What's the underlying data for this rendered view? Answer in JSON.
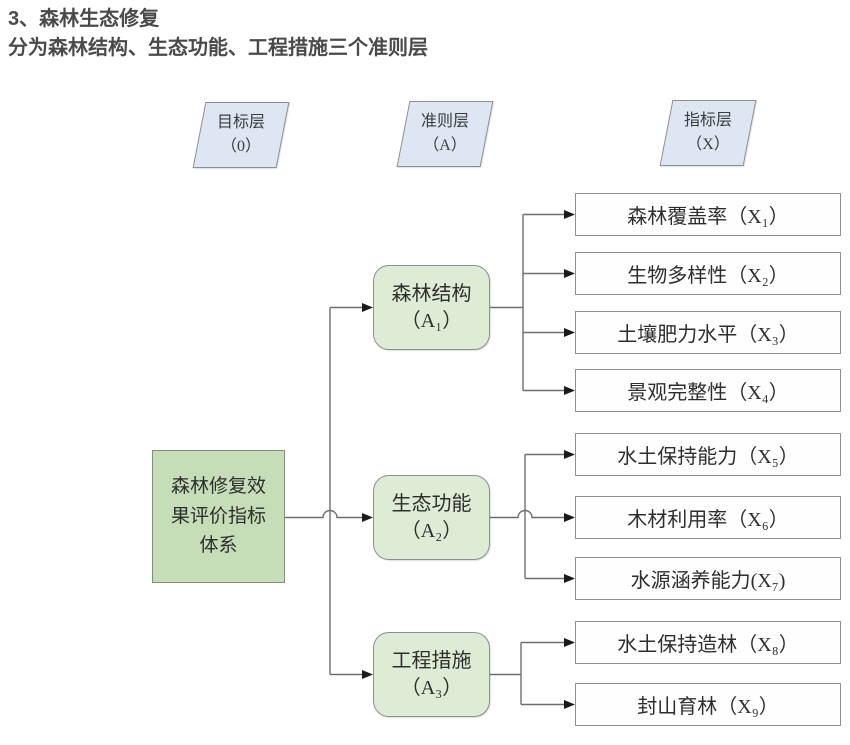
{
  "title": {
    "line1": "3、森林生态修复",
    "line2": "分为森林结构、生态功能、工程措施三个准则层"
  },
  "layers": [
    {
      "label": "目标层",
      "code": "（0）"
    },
    {
      "label": "准则层",
      "code": "（A）"
    },
    {
      "label": "指标层",
      "code": "（X）"
    }
  ],
  "tree": {
    "root": "森林修复效果评价指标体系",
    "children": [
      {
        "label": "森林结构",
        "code": "（A₁）",
        "children": [
          "森林覆盖率（X₁）",
          "生物多样性（X₂）",
          "土壤肥力水平（X₃）",
          "景观完整性（X₄）"
        ]
      },
      {
        "label": "生态功能",
        "code": "（A₂）",
        "children": [
          "水土保持能力（X₅）",
          "木材利用率（X₆）",
          "水源涵养能力(X₇)"
        ]
      },
      {
        "label": "工程措施",
        "code": "（A₃）",
        "children": [
          "水土保持造林（X₈）",
          "封山育林（X₉）"
        ]
      }
    ]
  },
  "colors": {
    "title-color": "#4a4a4a",
    "layer-fill": "#dde6f2",
    "goal-fill": "#c6deb7",
    "goal-border": "#7f917b",
    "criteria-fill": "#dfecd5",
    "indicator-fill": "#fefefe",
    "node-border": "#8f8f8f",
    "line-color": "#6e6e6e",
    "arrow-color": "#1a1a1a"
  }
}
